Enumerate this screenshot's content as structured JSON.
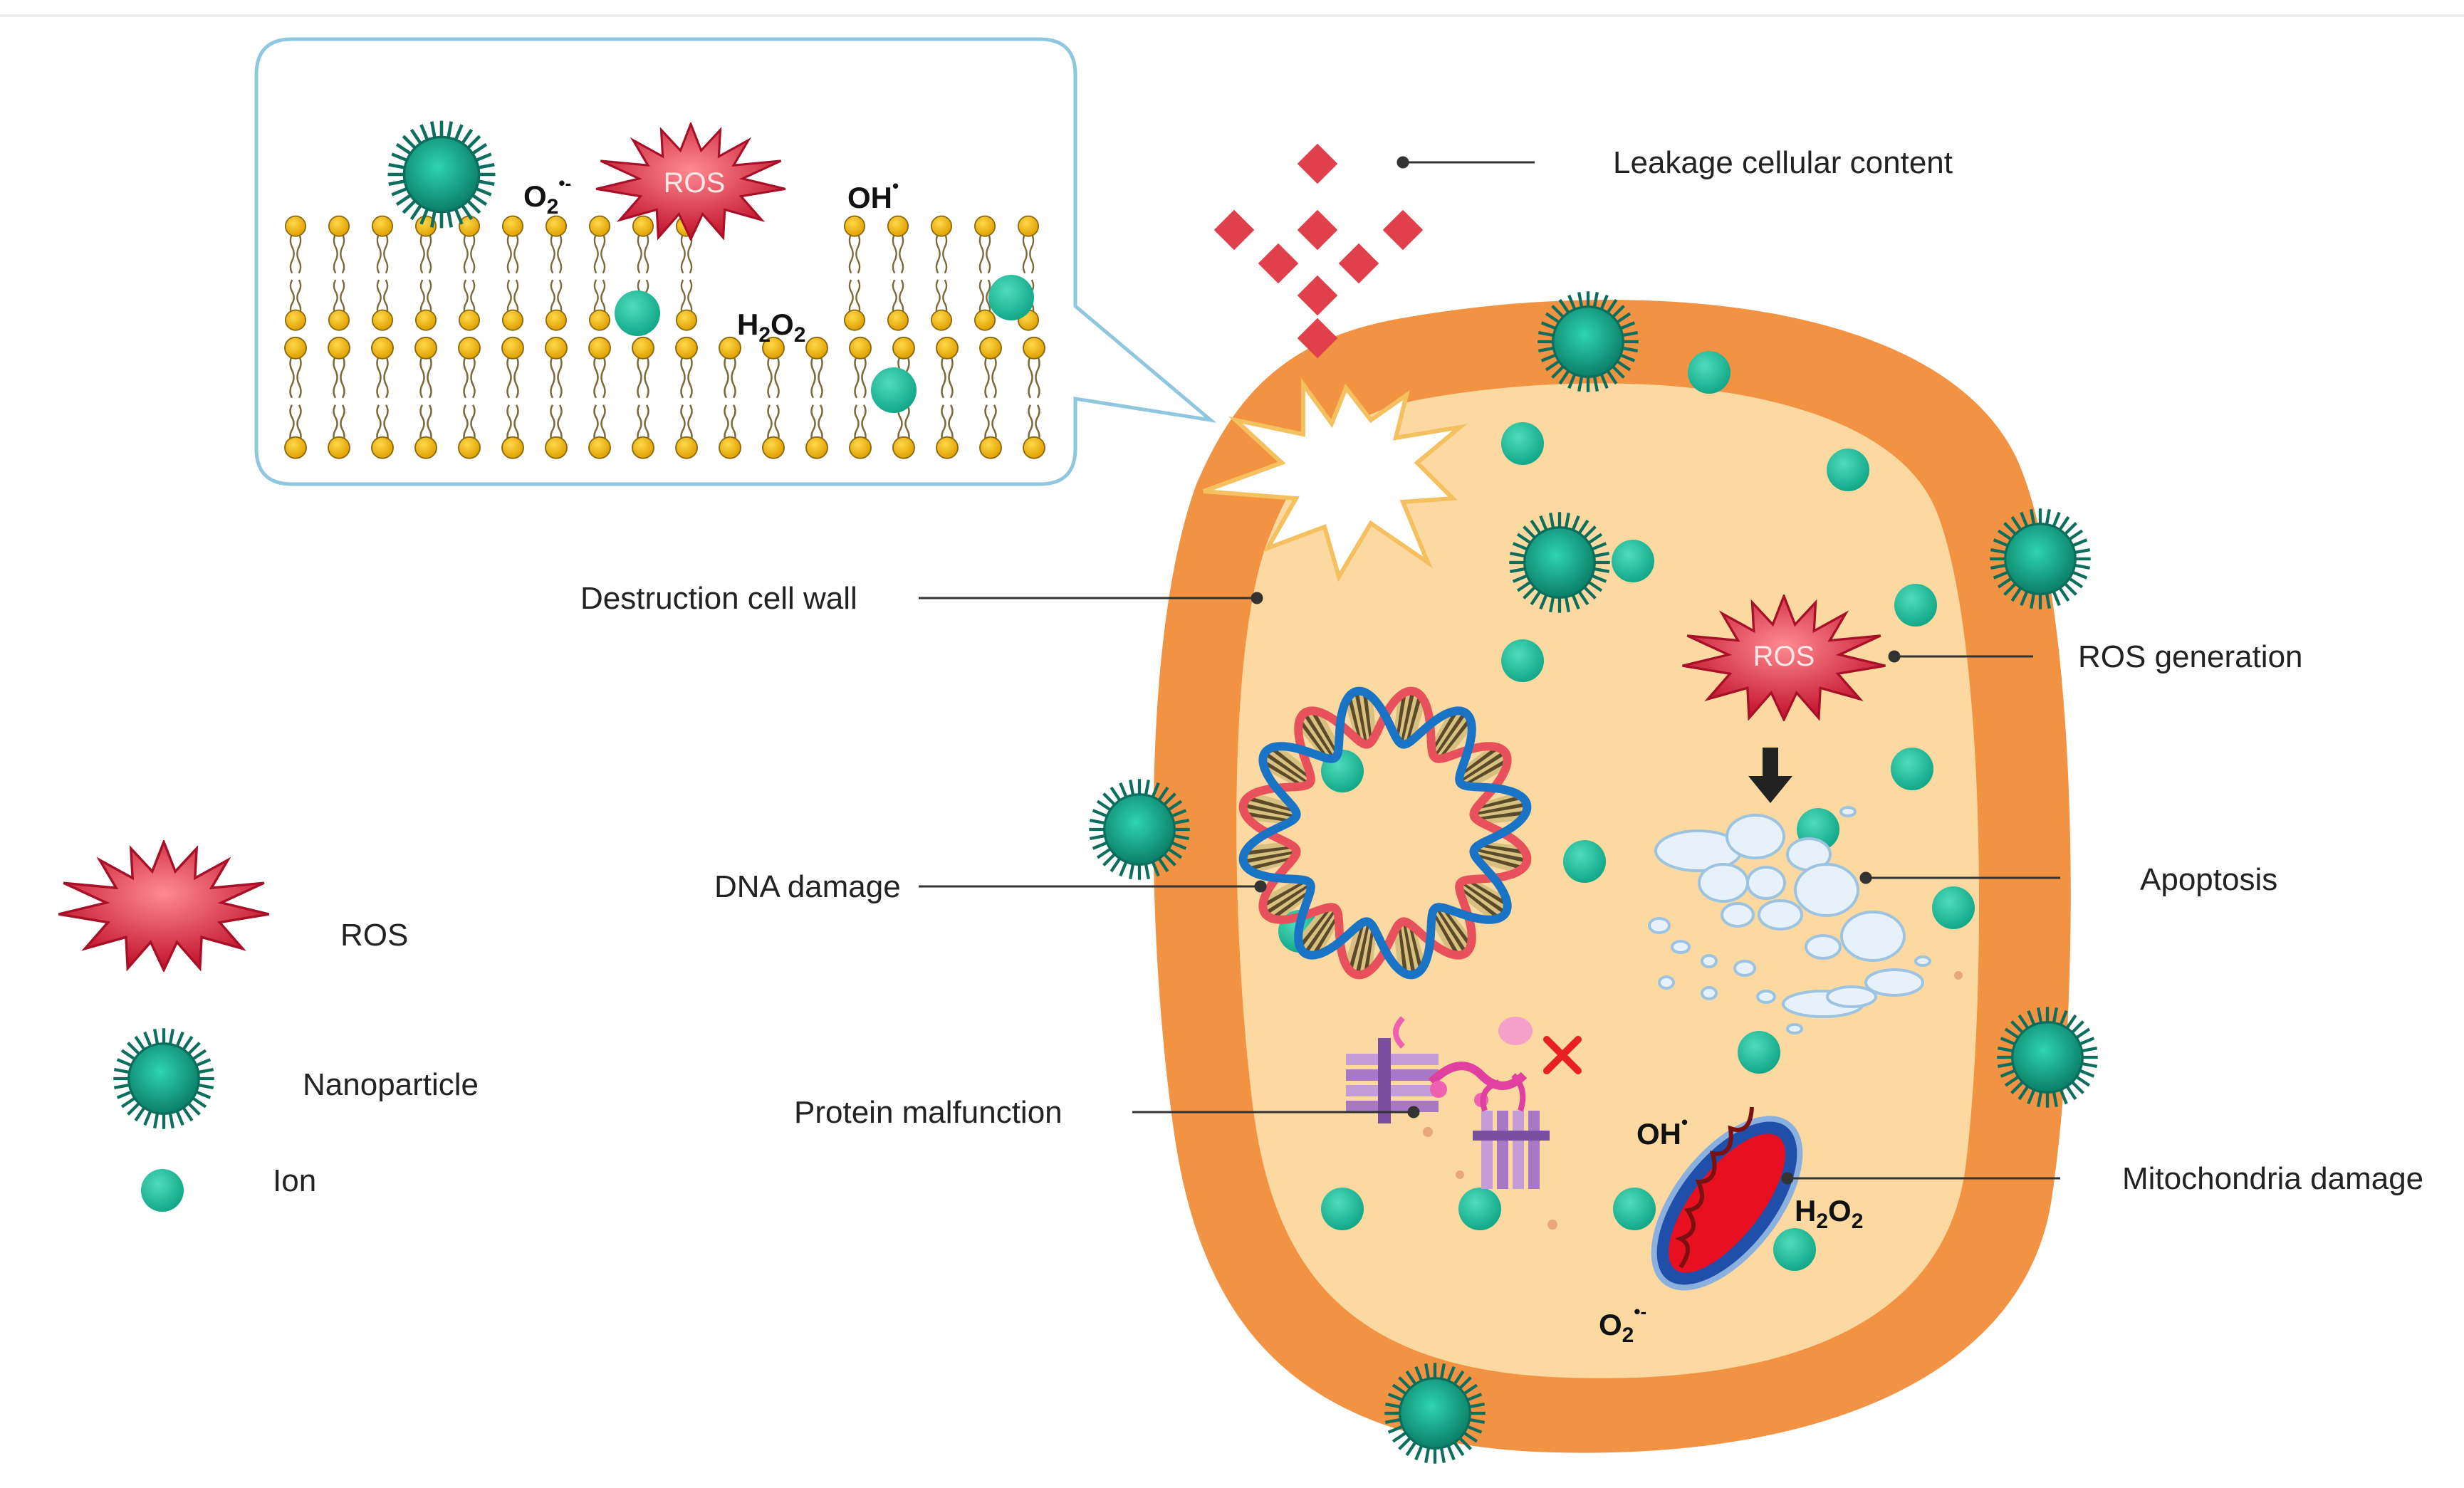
{
  "labels": {
    "leakage": "Leakage cellular content",
    "destruction": "Destruction cell wall",
    "ros_generation": "ROS generation",
    "dna_damage": "DNA damage",
    "apoptosis": "Apoptosis",
    "protein_malfunction": "Protein malfunction",
    "mitochondria_damage": "Mitochondria damage"
  },
  "legend": {
    "ros": "ROS",
    "nanoparticle": "Nanoparticle",
    "ion": "Ion"
  },
  "badges": {
    "ros": "ROS"
  },
  "chem": {
    "o2_base": "O",
    "o2_sub": "2",
    "o2_sup": "•-",
    "oh_base": "OH",
    "oh_sup": "•",
    "h2o2_h": "H",
    "h2o2_sub1": "2",
    "h2o2_o": "O",
    "h2o2_sub2": "2"
  },
  "colors": {
    "cell_wall": "#f29243",
    "cytoplasm": "#fcd9a0",
    "nanoparticle": "#14a58a",
    "ion": "#1fc0a0",
    "ros": "#e0303c",
    "leakage": "#e0404c",
    "lipid_head": "#f2b71a"
  }
}
